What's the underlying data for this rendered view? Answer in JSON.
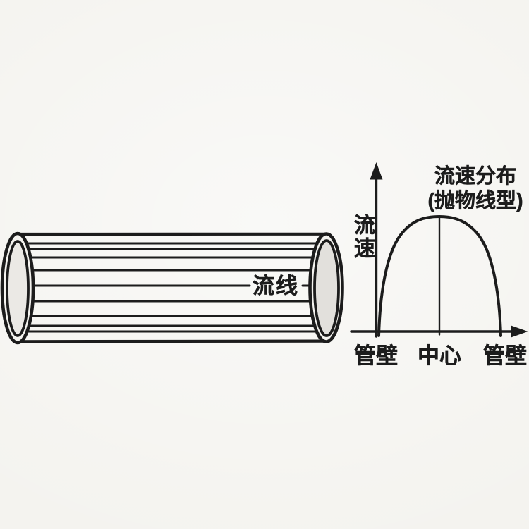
{
  "colors": {
    "paper": "#f4f3ef",
    "ink": "#1c1c1c",
    "bore-left": "#ebe9e5",
    "bore-right": "#e2e0dc"
  },
  "pipe": {
    "streamline_label": "流线",
    "streamline_count": 9
  },
  "graph": {
    "title_line1": "流速分布",
    "title_line2": "(抛物线型)",
    "y_axis_label": "流速",
    "x_tick_labels": [
      "管壁",
      "中心",
      "管壁"
    ]
  },
  "chart_data": {
    "type": "line",
    "title": "流速分布(抛物线型)",
    "ylabel": "流速",
    "xlabel": "",
    "x_tick_labels": [
      "管壁",
      "中心",
      "管壁"
    ],
    "series": [
      {
        "name": "流速分布",
        "x": [
          0,
          0.5,
          1
        ],
        "values": [
          0,
          1,
          0
        ]
      }
    ],
    "shape": "parabolic profile: zero velocity at both pipe walls, maximum at center",
    "grid": false,
    "legend": false
  }
}
